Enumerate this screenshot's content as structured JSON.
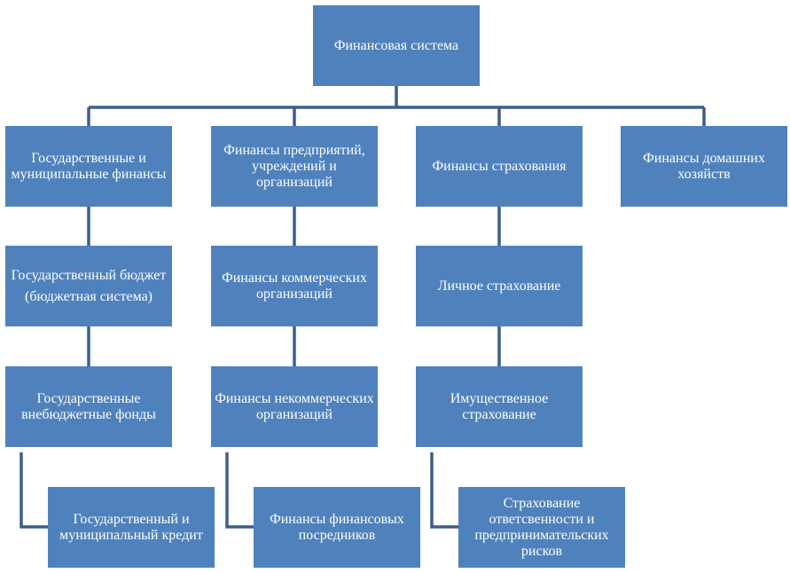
{
  "diagram": {
    "colors": {
      "box_fill": "#4f81bd",
      "box_text": "#ffffff",
      "connector": "#3a5f8c"
    },
    "root": {
      "label": "Финансовая система"
    },
    "level1": {
      "gov": "Государственные и муниципальные финансы",
      "enterprises": "Финансы предприятий, учреждений и организаций",
      "insurance": "Финансы страхования",
      "households": "Финансы домашних хозяйств"
    },
    "level2": {
      "budget": "Государственный бюджет",
      "budget_sub": "(бюджетная система)",
      "commercial": "Финансы коммерческих организаций",
      "personal_insurance": "Личное страхование"
    },
    "level3": {
      "extrabudget_funds": "Государственные внебюджетные фонды",
      "noncommercial": "Финансы некоммерческих организаций",
      "property_insurance": "Имущественное страхование"
    },
    "level4": {
      "credit": "Государственный и муниципальный кредит",
      "intermediaries": "Финансы финансовых посредников",
      "liability_insurance": "Страхование ответсвенности и предпринимательских рисков"
    }
  }
}
